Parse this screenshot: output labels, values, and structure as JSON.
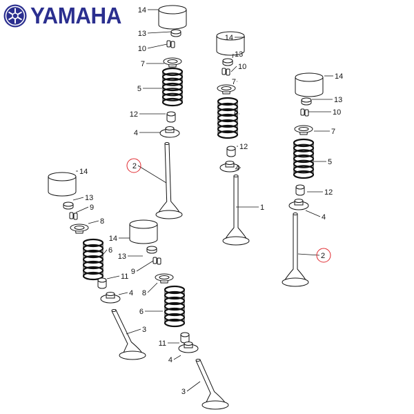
{
  "brand": {
    "name": "YAMAHA",
    "color": "#2b2f8f"
  },
  "highlight_color": "#e0282e",
  "assemblies": [
    {
      "name": "intake-valve-upper",
      "labels": [
        "14",
        "13",
        "10",
        "7",
        "5",
        "12",
        "4",
        "2"
      ],
      "circled": "2"
    },
    {
      "name": "intake-valve-center",
      "labels": [
        "14",
        "13",
        "10",
        "7",
        "5",
        "12",
        "4",
        "1"
      ],
      "circled": ""
    },
    {
      "name": "intake-valve-right",
      "labels": [
        "14",
        "13",
        "10",
        "7",
        "5",
        "12",
        "4",
        "2"
      ],
      "circled": "2"
    },
    {
      "name": "exhaust-valve-left",
      "labels": [
        "14",
        "13",
        "9",
        "8",
        "6",
        "11",
        "4",
        "3"
      ],
      "circled": ""
    },
    {
      "name": "exhaust-valve-middle",
      "labels": [
        "14",
        "13",
        "9",
        "8",
        "6",
        "11",
        "4",
        "3"
      ],
      "circled": ""
    }
  ]
}
